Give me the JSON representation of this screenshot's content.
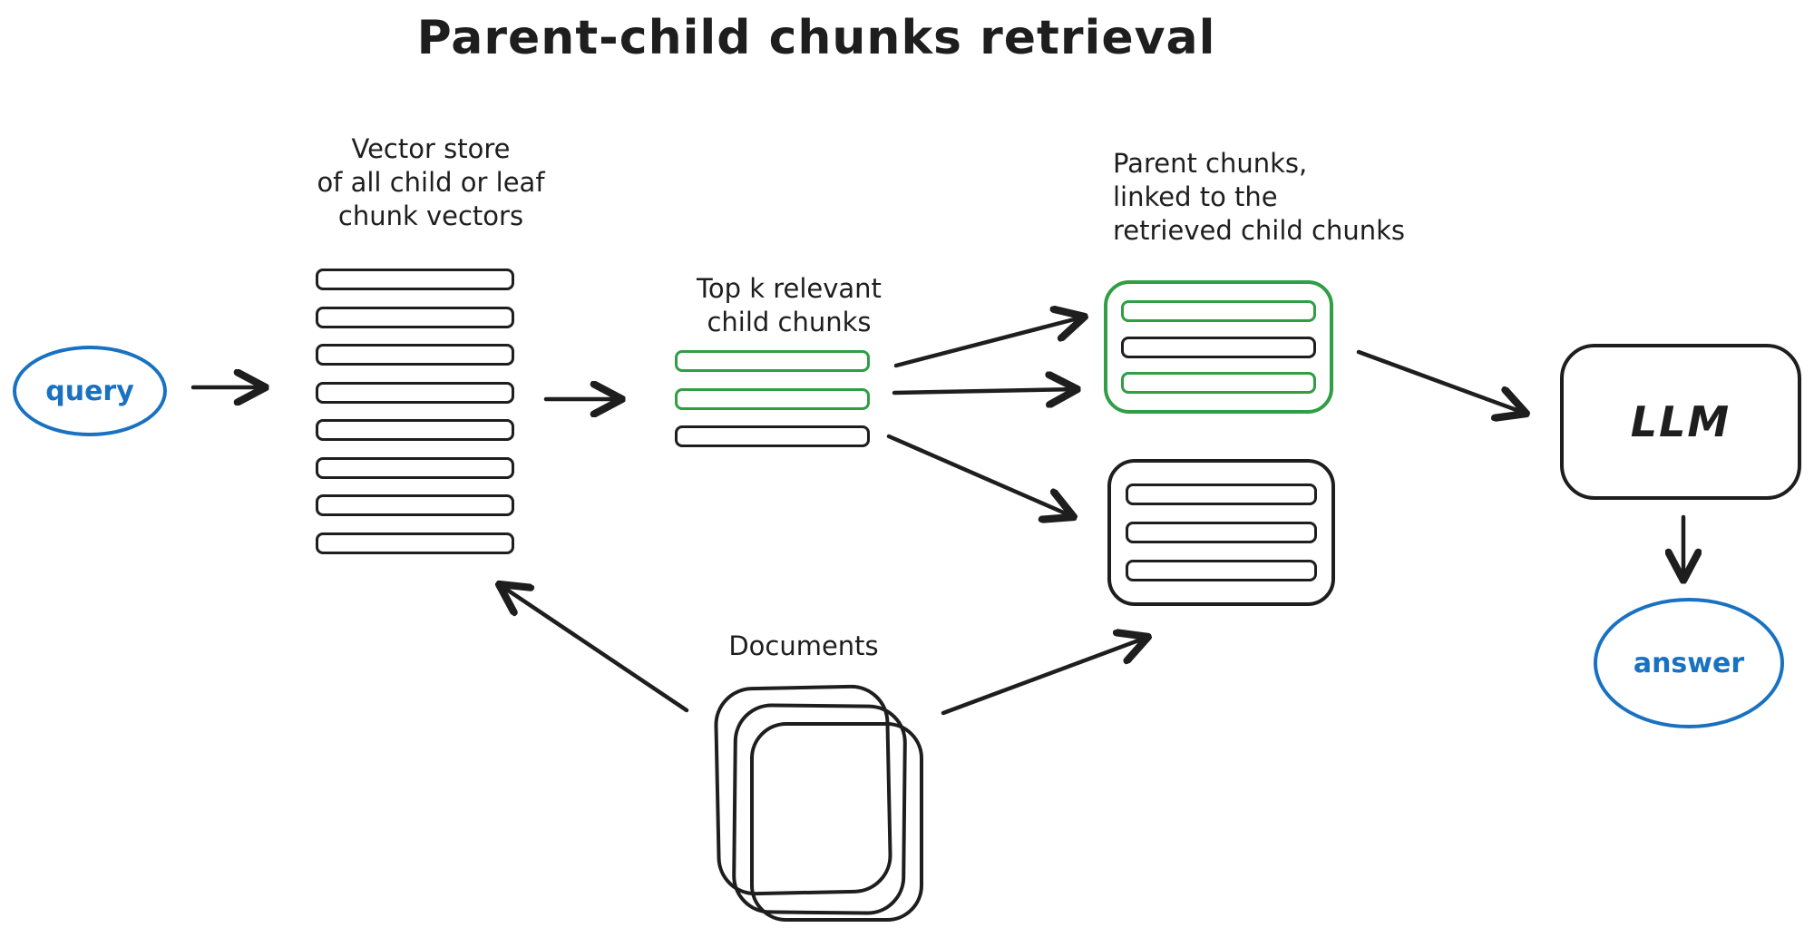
{
  "title": "Parent-child chunks retrieval",
  "colors": {
    "ink": "#1e1e1e",
    "blue": "#1971c2",
    "green": "#2f9e44",
    "background": "#ffffff"
  },
  "query": {
    "label": "query"
  },
  "vector_store": {
    "label_line1": "Vector store",
    "label_line2": "of all child or leaf",
    "label_line3": "chunk vectors",
    "rows": [
      "ink",
      "ink",
      "ink",
      "ink",
      "ink",
      "ink",
      "ink",
      "ink"
    ]
  },
  "top_k": {
    "label_line1": "Top k relevant",
    "label_line2": "child chunks",
    "rows": [
      "green",
      "green",
      "ink"
    ]
  },
  "parent_chunks": {
    "label_line1": "Parent chunks,",
    "label_line2": "linked to the",
    "label_line3": "retrieved child chunks"
  },
  "parent_box_green": {
    "rows": [
      "green",
      "ink",
      "green"
    ]
  },
  "parent_box_black": {
    "rows": [
      "ink",
      "ink",
      "ink"
    ]
  },
  "llm": {
    "label": "LLM"
  },
  "answer": {
    "label": "answer"
  },
  "documents": {
    "label": "Documents"
  }
}
